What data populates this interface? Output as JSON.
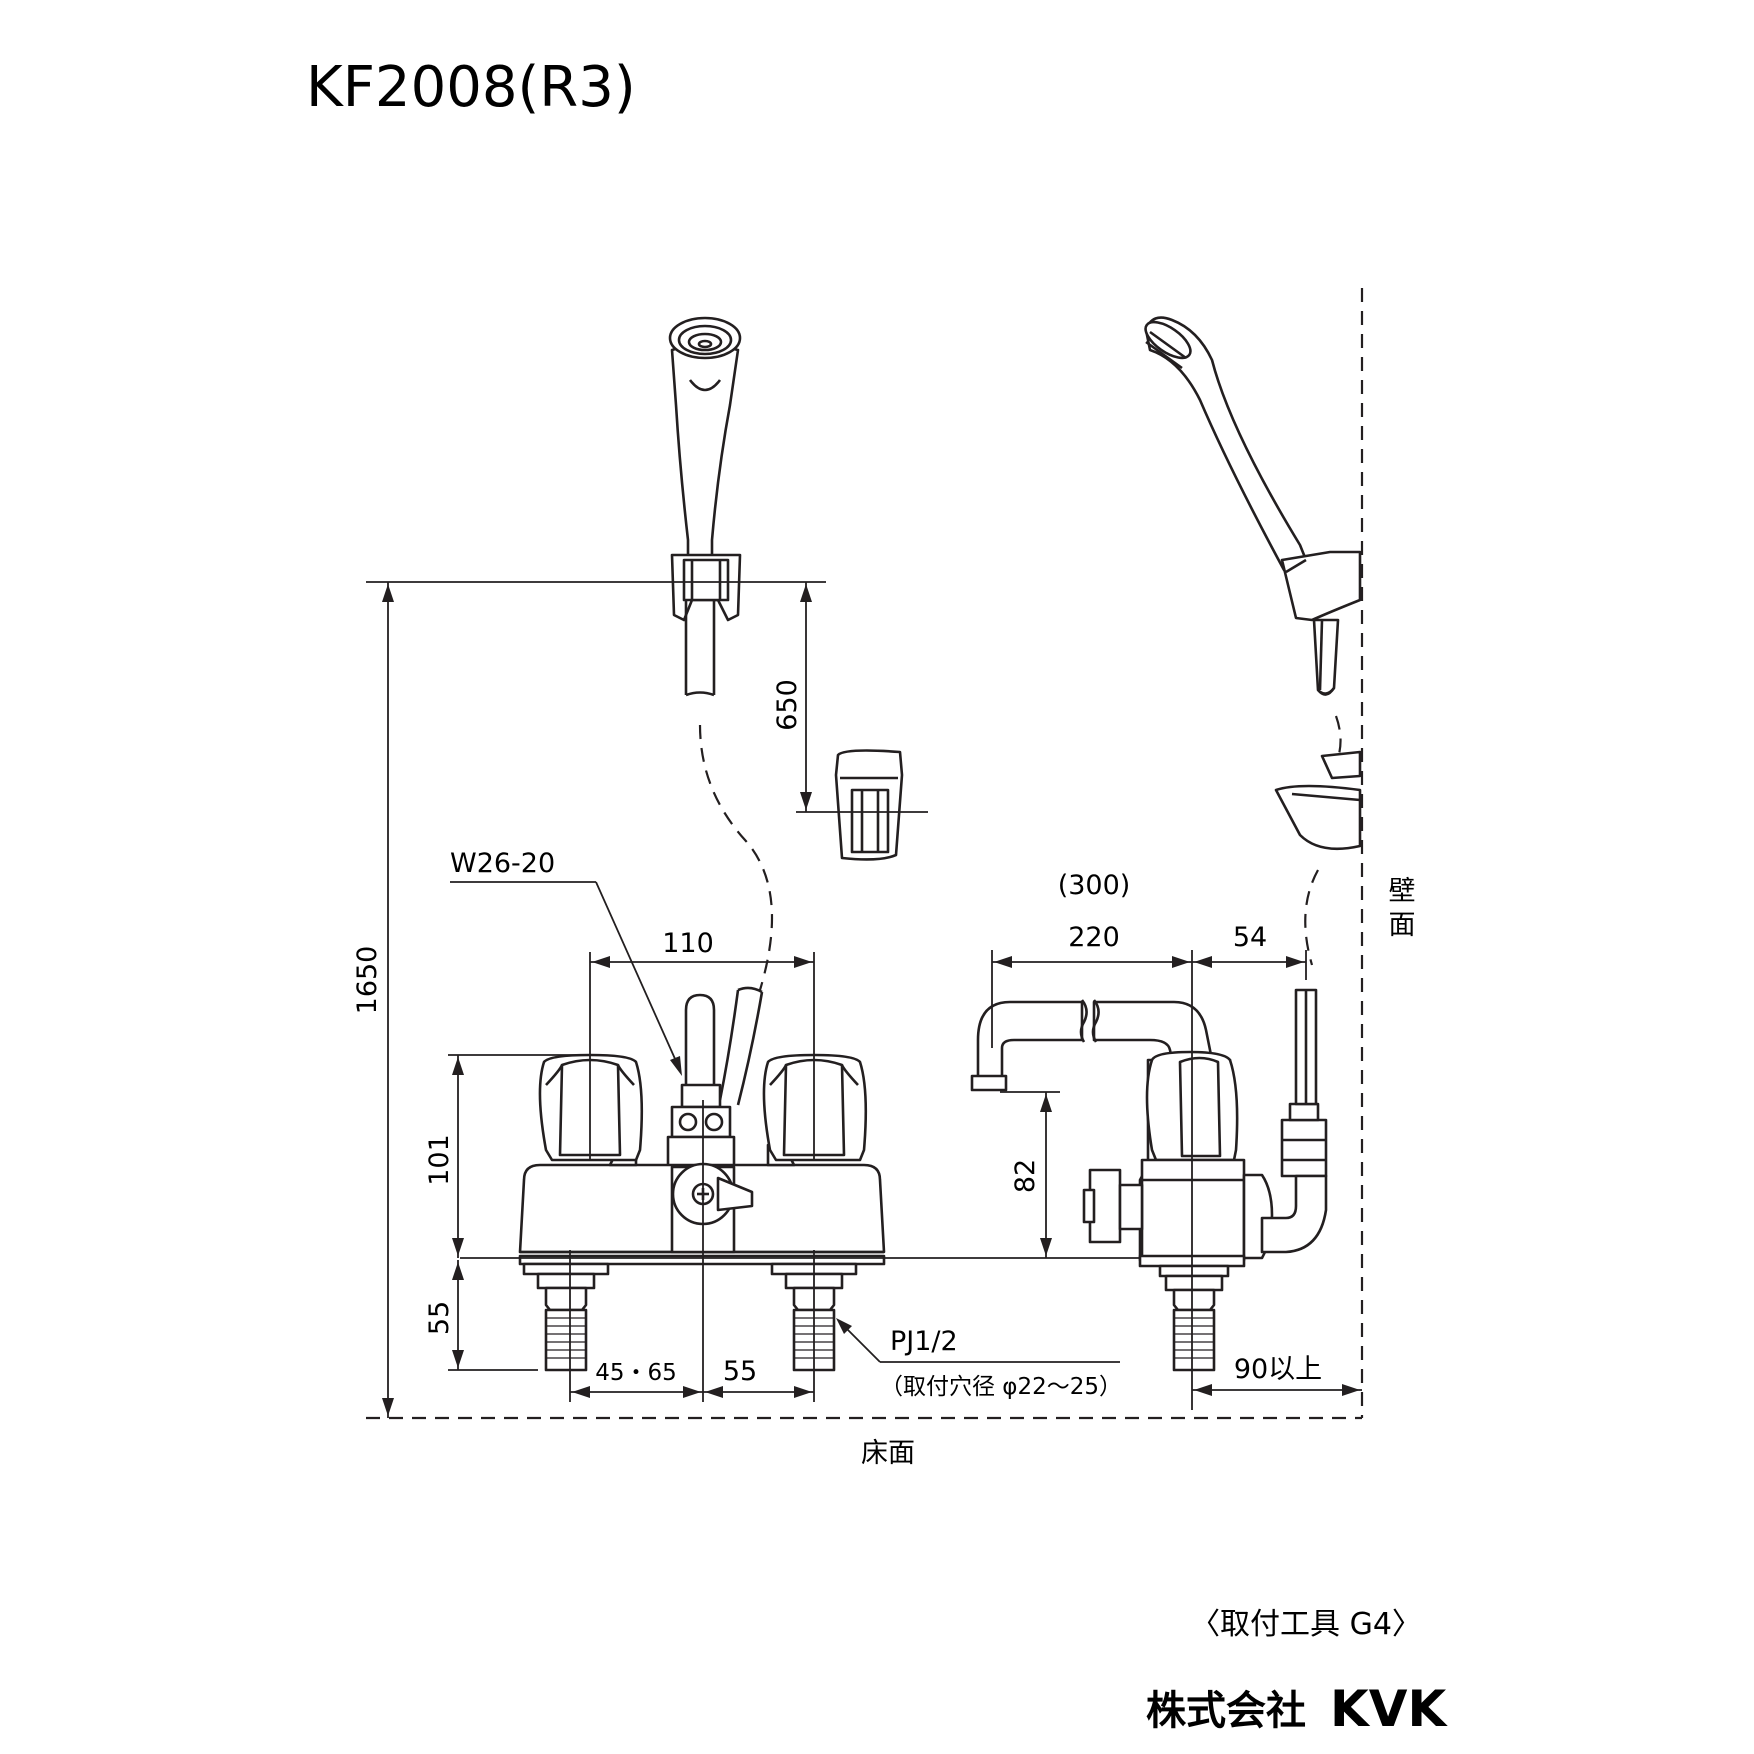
{
  "model_number": "KF2008(R3)",
  "dimensions": {
    "total_height": "1650",
    "hook_drop": "650",
    "handle_height": "101",
    "shank_length": "55",
    "handle_spacing": "110",
    "spout_reach_total": "(300)",
    "spout_reach": "220",
    "spout_to_wall": "54",
    "spout_height": "82",
    "left_offset": "45・65",
    "right_offset": "55",
    "wall_clearance": "90以上"
  },
  "labels": {
    "hose_thread": "W26-20",
    "pipe_thread": "PJ1/2",
    "mount_hole": "（取付穴径 φ22～25）",
    "wall_top": "壁",
    "wall_bottom": "面",
    "floor": "床面"
  },
  "footer": {
    "tools": "〈取付工具 G4〉",
    "company": "株式会社",
    "brand": "KVK"
  }
}
